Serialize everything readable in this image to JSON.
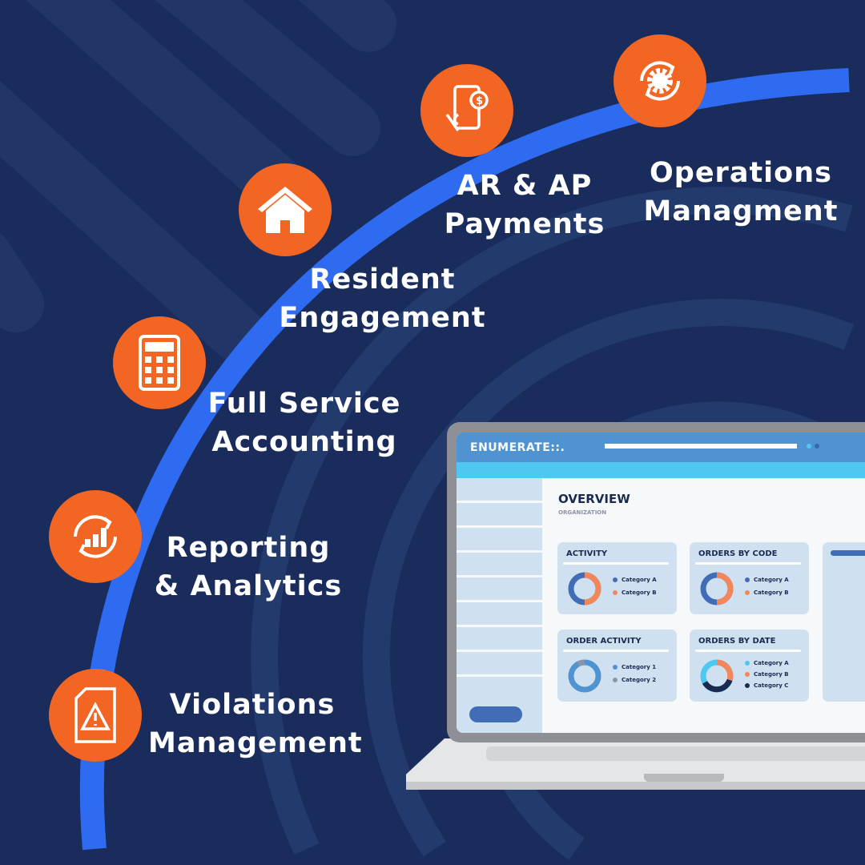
{
  "features": [
    {
      "label_1": "Operations",
      "label_2": "Managment",
      "icon": "gear-cycle-icon"
    },
    {
      "label_1": "AR & AP",
      "label_2": "Payments",
      "icon": "phone-payment-icon"
    },
    {
      "label_1": "Resident",
      "label_2": "Engagement",
      "icon": "house-icon"
    },
    {
      "label_1": "Full Service",
      "label_2": "Accounting",
      "icon": "calculator-icon"
    },
    {
      "label_1": "Reporting",
      "label_2": "& Analytics",
      "icon": "chart-cycle-icon"
    },
    {
      "label_1": "Violations",
      "label_2": "Management",
      "icon": "warning-document-icon"
    }
  ],
  "colors": {
    "background": "#1a2c5b",
    "arc": "#2f6bf0",
    "accent": "#f26522"
  },
  "app": {
    "brand": "ENUMERATE::.",
    "page_title": "OVERVIEW",
    "page_subtitle": "ORGANIZATION",
    "cards": [
      {
        "title": "ACTIVITY",
        "legend": [
          "Category A",
          "Category B"
        ]
      },
      {
        "title": "ORDERS BY CODE",
        "legend": [
          "Category A",
          "Category B"
        ]
      },
      {
        "title": "ORDER ACTIVITY",
        "legend": [
          "Category 1",
          "Category 2"
        ]
      },
      {
        "title": "ORDERS BY DATE",
        "legend": [
          "Category A",
          "Category B",
          "Category C"
        ]
      }
    ]
  }
}
